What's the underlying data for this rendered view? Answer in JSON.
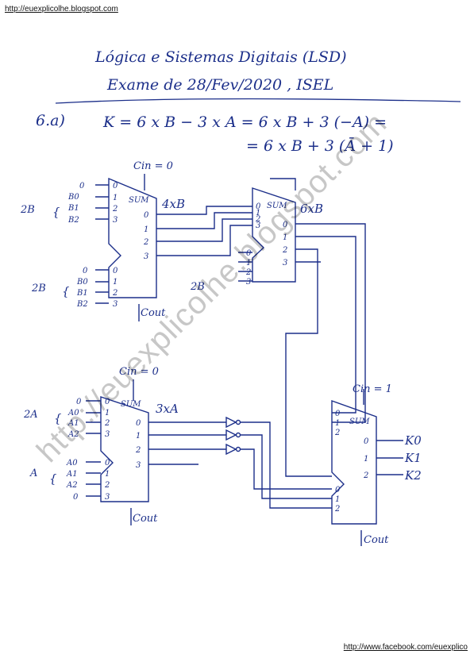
{
  "header": {
    "link": "http://euexplicolhe.blogspot.com"
  },
  "footer": {
    "link": "http://www.facebook.com/euexplico"
  },
  "watermark": "http://euexplicolhe.blogspot.com",
  "title": {
    "line1": "Lógica e Sistemas Digitais (LSD)",
    "line2": "Exame de 28/Fev/2020 , ISEL"
  },
  "question": "6.a)",
  "equation": {
    "line1": "K = 6 x B − 3 x A  =  6 x B + 3 (−A) =",
    "line2": "=  6 x B + 3 (Ā + 1)"
  },
  "adder1": {
    "cin": "Cin = 0",
    "sum": "SUM",
    "out": "4xB",
    "cout": "Cout",
    "group_a": "2B",
    "group_b": "2B",
    "in_a": [
      "0",
      "B0",
      "B1",
      "B2"
    ],
    "in_b": [
      "0",
      "B0",
      "B1",
      "B2"
    ],
    "idx": [
      "0",
      "1",
      "2",
      "3"
    ]
  },
  "adder2": {
    "sum": "SUM",
    "out": "6xB",
    "group_b": "2B",
    "idx": [
      "0",
      "1",
      "2",
      "3"
    ]
  },
  "adder3": {
    "cin": "Cin = 0",
    "sum": "SUM",
    "out": "3xA",
    "cout": "Cout",
    "group_a": "2A",
    "group_b": "A",
    "in_a": [
      "0",
      "A0",
      "A1",
      "A2"
    ],
    "in_b": [
      "A0",
      "A1",
      "A2",
      "0"
    ],
    "idx": [
      "0",
      "1",
      "2",
      "3"
    ]
  },
  "adder4": {
    "cin": "Cin = 1",
    "sum": "SUM",
    "cout": "Cout",
    "idx": [
      "0",
      "1",
      "2"
    ],
    "outputs": [
      "K0",
      "K1",
      "K2"
    ]
  }
}
